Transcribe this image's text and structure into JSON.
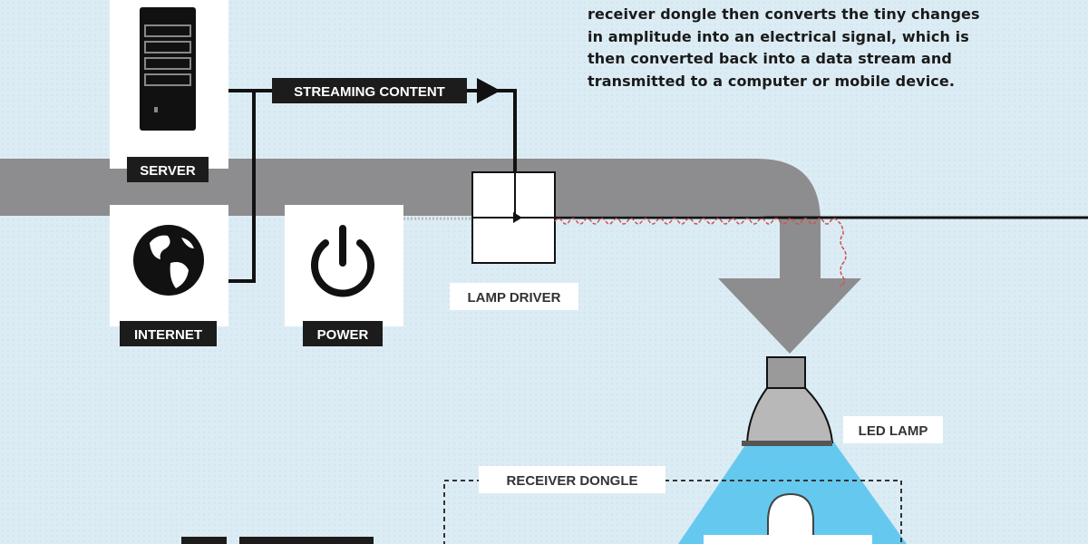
{
  "description_lines": [
    "receiver dongle then converts the tiny changes",
    "in amplitude into an electrical signal, which is",
    "then converted back into a data stream and",
    "transmitted to a computer or mobile device."
  ],
  "labels": {
    "server": "SERVER",
    "internet": "INTERNET",
    "power": "POWER",
    "streaming_content": "STREAMING CONTENT",
    "lamp_driver": "LAMP DRIVER",
    "led_lamp": "LED LAMP",
    "receiver_dongle": "RECEIVER DONGLE"
  },
  "colors": {
    "background": "#dcecf4",
    "pipe": "#8d8d8f",
    "label_bg": "#1c1c1c",
    "signal": "#d05050",
    "light_beam": "#5ec7ee"
  },
  "icons": [
    "server-icon",
    "globe-icon",
    "power-icon",
    "led-lamp-icon",
    "play-arrow-icon"
  ]
}
